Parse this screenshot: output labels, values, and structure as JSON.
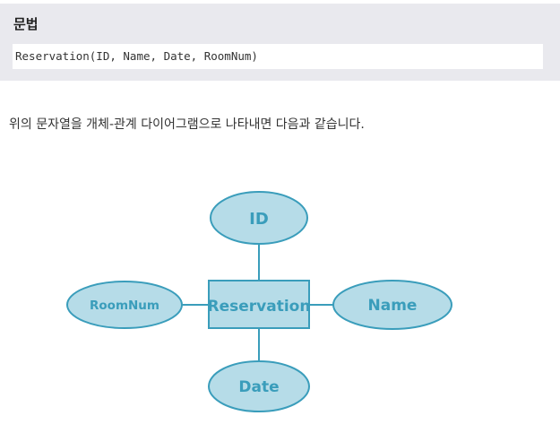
{
  "syntax": {
    "heading": "문법",
    "code": "Reservation(ID, Name, Date, RoomNum)"
  },
  "description": "위의 문자열을 개체-관계 다이어그램으로 나타내면 다음과 같습니다.",
  "diagram": {
    "entity": "Reservation",
    "attributes": {
      "top": "ID",
      "left": "RoomNum",
      "right": "Name",
      "bottom": "Date"
    },
    "colors": {
      "fill": "#b6dce8",
      "stroke": "#3a9dbb",
      "text": "#3a9dbb"
    }
  }
}
